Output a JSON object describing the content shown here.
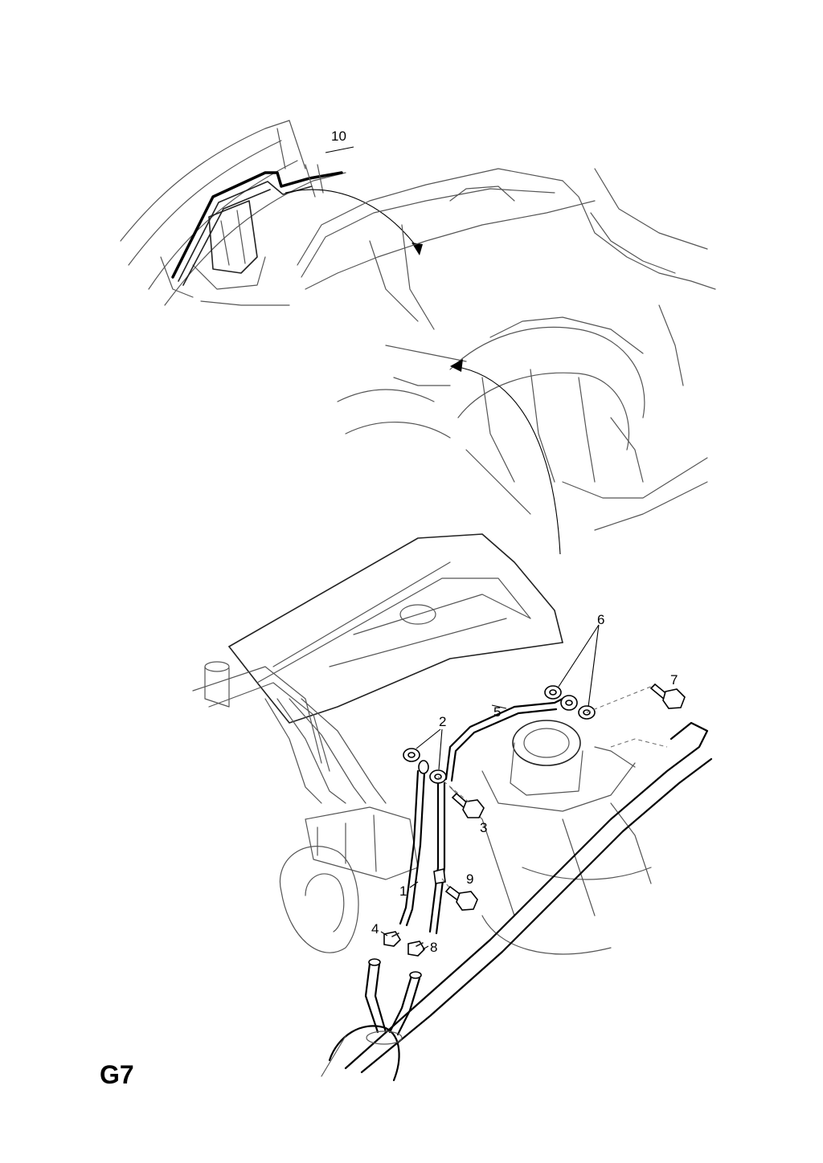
{
  "sheet_code": "G7",
  "callouts": {
    "c1": "1",
    "c2": "2",
    "c3": "3",
    "c4": "4",
    "c5": "5",
    "c6": "6",
    "c7": "7",
    "c8": "8",
    "c9": "9",
    "c10": "10"
  }
}
